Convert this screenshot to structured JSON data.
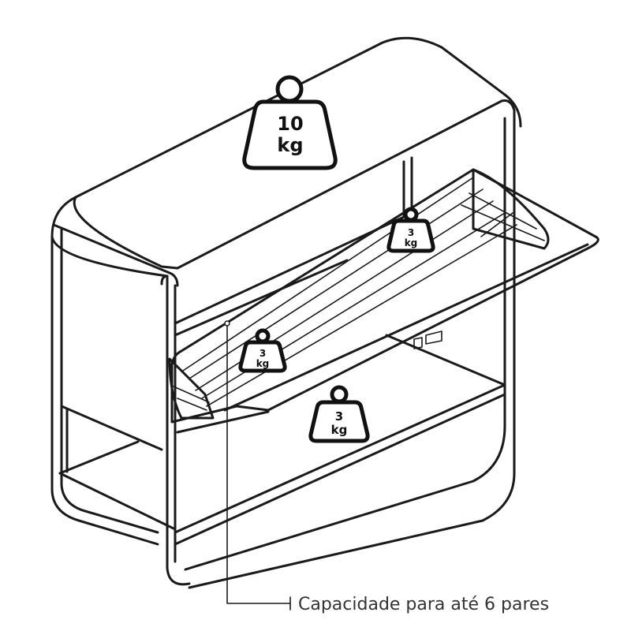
{
  "weights": {
    "top": {
      "number": "10",
      "unit": "kg"
    },
    "flap": {
      "number": "3",
      "unit": "kg"
    },
    "left": {
      "number": "3",
      "unit": "kg"
    },
    "bottom": {
      "number": "3",
      "unit": "kg"
    }
  },
  "caption": "Capacidade para até 6 pares",
  "colors": {
    "line": "#1a1a1a",
    "caption": "#333333"
  }
}
